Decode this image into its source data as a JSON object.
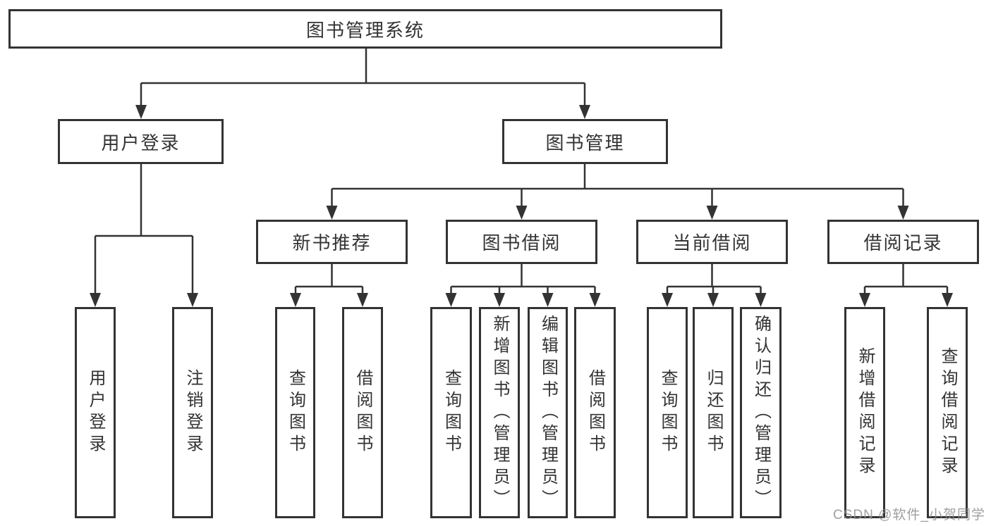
{
  "diagram": {
    "root": "图书管理系统",
    "branches": [
      "用户登录",
      "图书管理"
    ],
    "modules": [
      "新书推荐",
      "图书借阅",
      "当前借阅",
      "借阅记录"
    ],
    "leaves": [
      "用户登录",
      "注销登录",
      "查询图书",
      "借阅图书",
      "查询图书",
      "新增图书（管理员）",
      "编辑图书（管理员）",
      "借阅图书",
      "查询图书",
      "归还图书",
      "确认归还（管理员）",
      "新增借阅记录",
      "查询借阅记录"
    ]
  },
  "watermark": {
    "text": "CSDN @软件_小贺同学"
  },
  "colors": {
    "line": "#333333",
    "box_border": "#333333",
    "text": "#333333",
    "background": "#ffffff",
    "watermark": "#8f8f8f"
  }
}
